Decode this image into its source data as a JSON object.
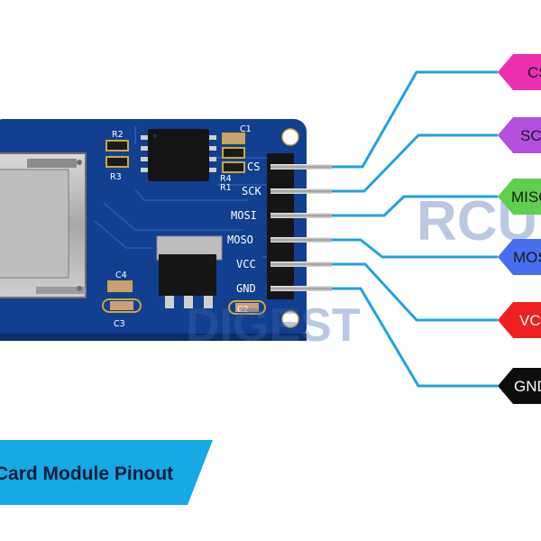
{
  "board": {
    "pin_labels": [
      "CS",
      "SCK",
      "MOSI",
      "MOSO",
      "VCC",
      "GND"
    ],
    "component_refs": [
      "R2",
      "R3",
      "C1",
      "R4",
      "R1",
      "C4",
      "C3",
      "C2"
    ]
  },
  "pin_tags": [
    {
      "text": "CS",
      "color": "#ec2fae",
      "text_color": "#1a1a1a"
    },
    {
      "text": "SCK",
      "color": "#b44fe0",
      "text_color": "#1a1a1a"
    },
    {
      "text": "MISO",
      "color": "#5fcf4e",
      "text_color": "#1a1a1a"
    },
    {
      "text": "MOSI",
      "color": "#4a6ef0",
      "text_color": "#1a1a1a"
    },
    {
      "text": "VCC",
      "color": "#ee2020",
      "text_color": "#ffffff"
    },
    {
      "text": "GND",
      "color": "#0d0d0d",
      "text_color": "#ffffff"
    }
  ],
  "watermark": {
    "line1": "RCUI",
    "line2": "DIGEST"
  },
  "banner": {
    "title": "Micro SD Card Module Pinout"
  },
  "colors": {
    "wire": "#1fa3df",
    "board": "#123f8f",
    "banner": "#17a8e6"
  }
}
